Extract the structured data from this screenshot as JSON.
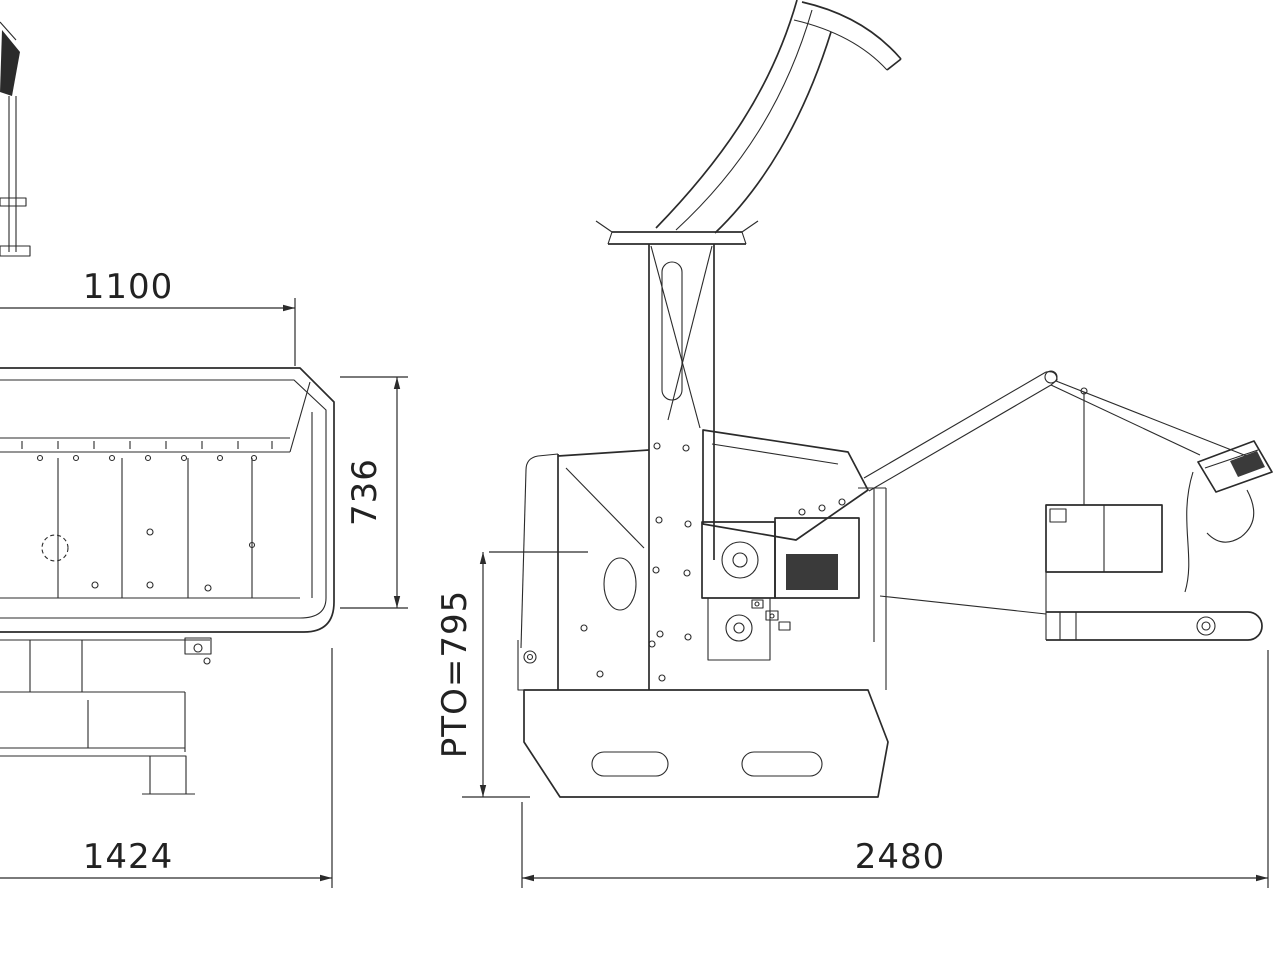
{
  "drawing": {
    "background_color": "#ffffff",
    "line_color": "#2b2b2b",
    "dimensions": {
      "front_top_width": "1100",
      "front_height": "736",
      "front_overall_width": "1424",
      "side_pto_height": "PTO=795",
      "side_overall_length": "2480"
    }
  }
}
